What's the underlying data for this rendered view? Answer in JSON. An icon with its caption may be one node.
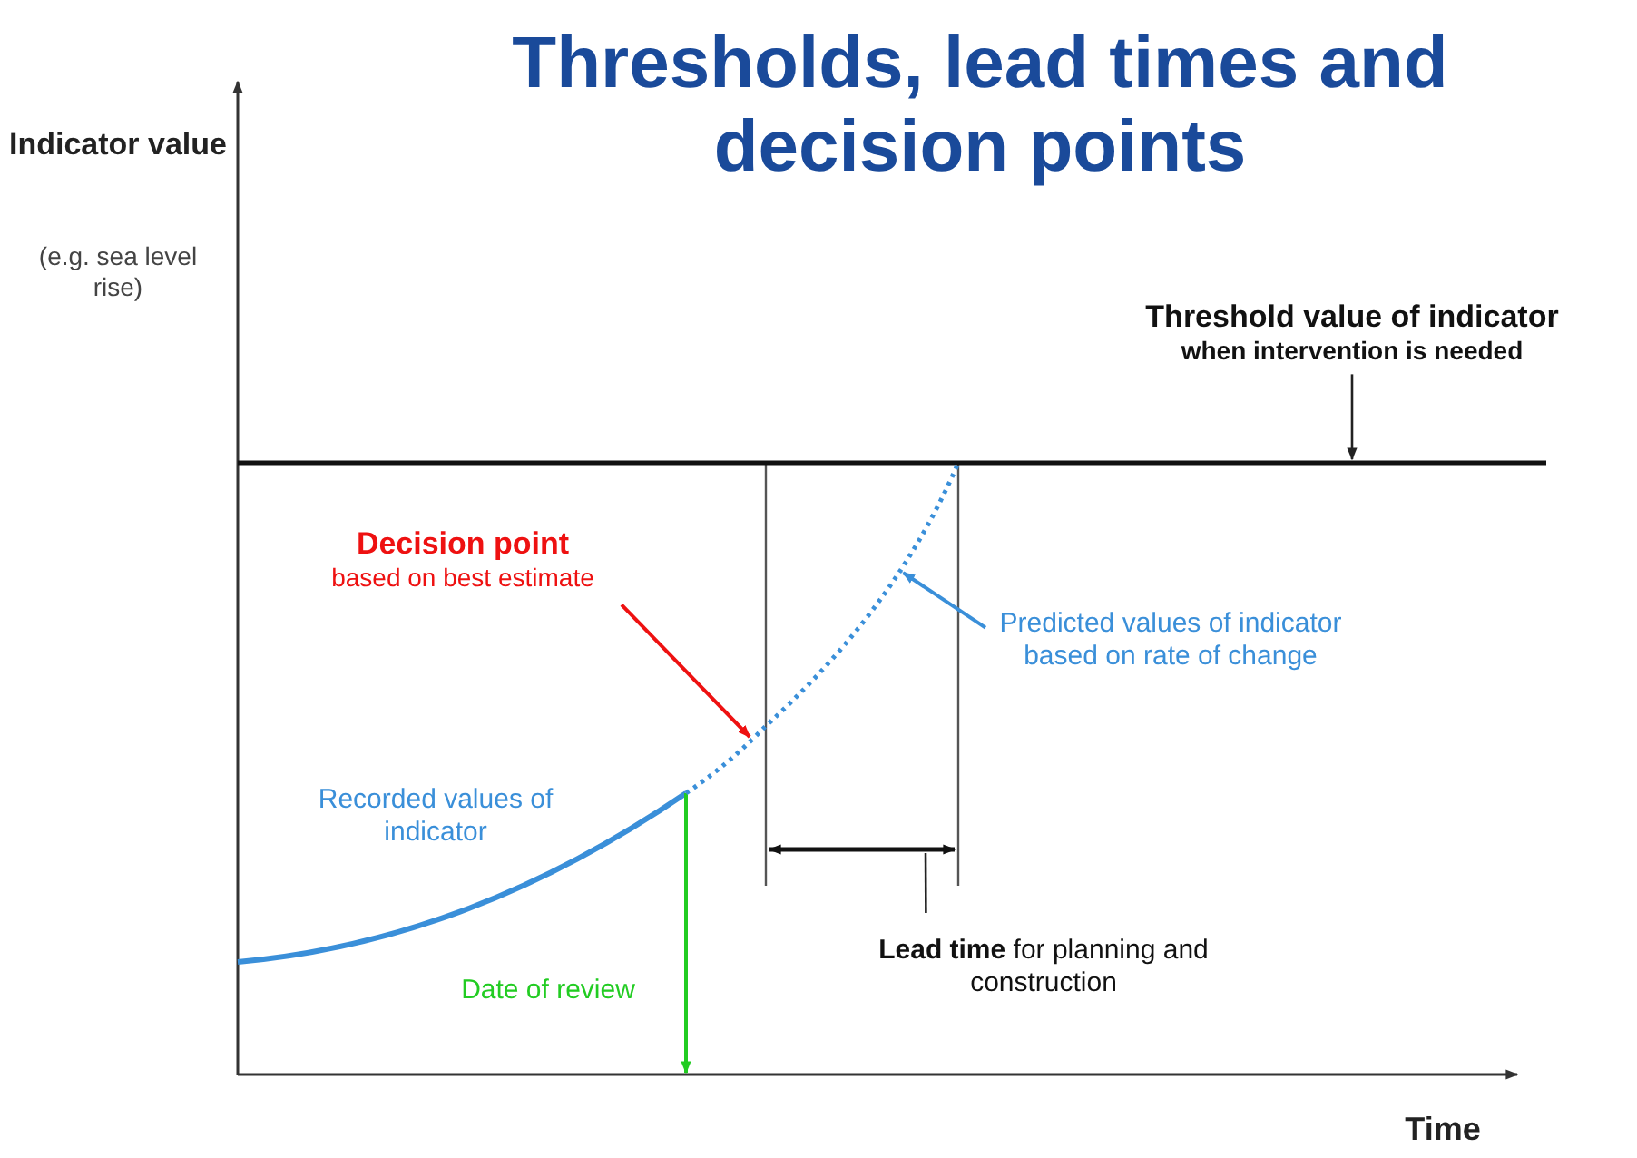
{
  "diagram": {
    "title": "Thresholds, lead times and decision points",
    "nodes": [
      {
        "text": [
          "Threshold value of indicator",
          "when intervention is needed"
        ]
      },
      {
        "text": [],
        "shape": "line"
      },
      {
        "text": [
          "Decision point",
          "based on best estimate"
        ]
      },
      {
        "text": [
          "Predicted values of indicator based on rate of change"
        ]
      },
      {
        "text": [],
        "shape": "curve"
      },
      {
        "text": [
          "**Lead time** for planning and construction"
        ]
      },
      {
        "text": [],
        "shape": "line"
      }
    ],
    "edges": [
      {
        "from": 0,
        "to": 1,
        "arrow": "to"
      },
      {
        "from": 2,
        "to": 4,
        "arrow": "to",
        "color": "#ee1111"
      },
      {
        "from": 3,
        "to": 4,
        "arrow": "to",
        "color": "#3a8fd9"
      },
      {
        "from": 5,
        "to": 6,
        "arrow": "none"
      }
    ],
    "labels": [
      "Indicator value",
      "(e.g. sea level rise)",
      "Recorded values of indicator",
      "Date of review",
      "Time"
    ]
  }
}
